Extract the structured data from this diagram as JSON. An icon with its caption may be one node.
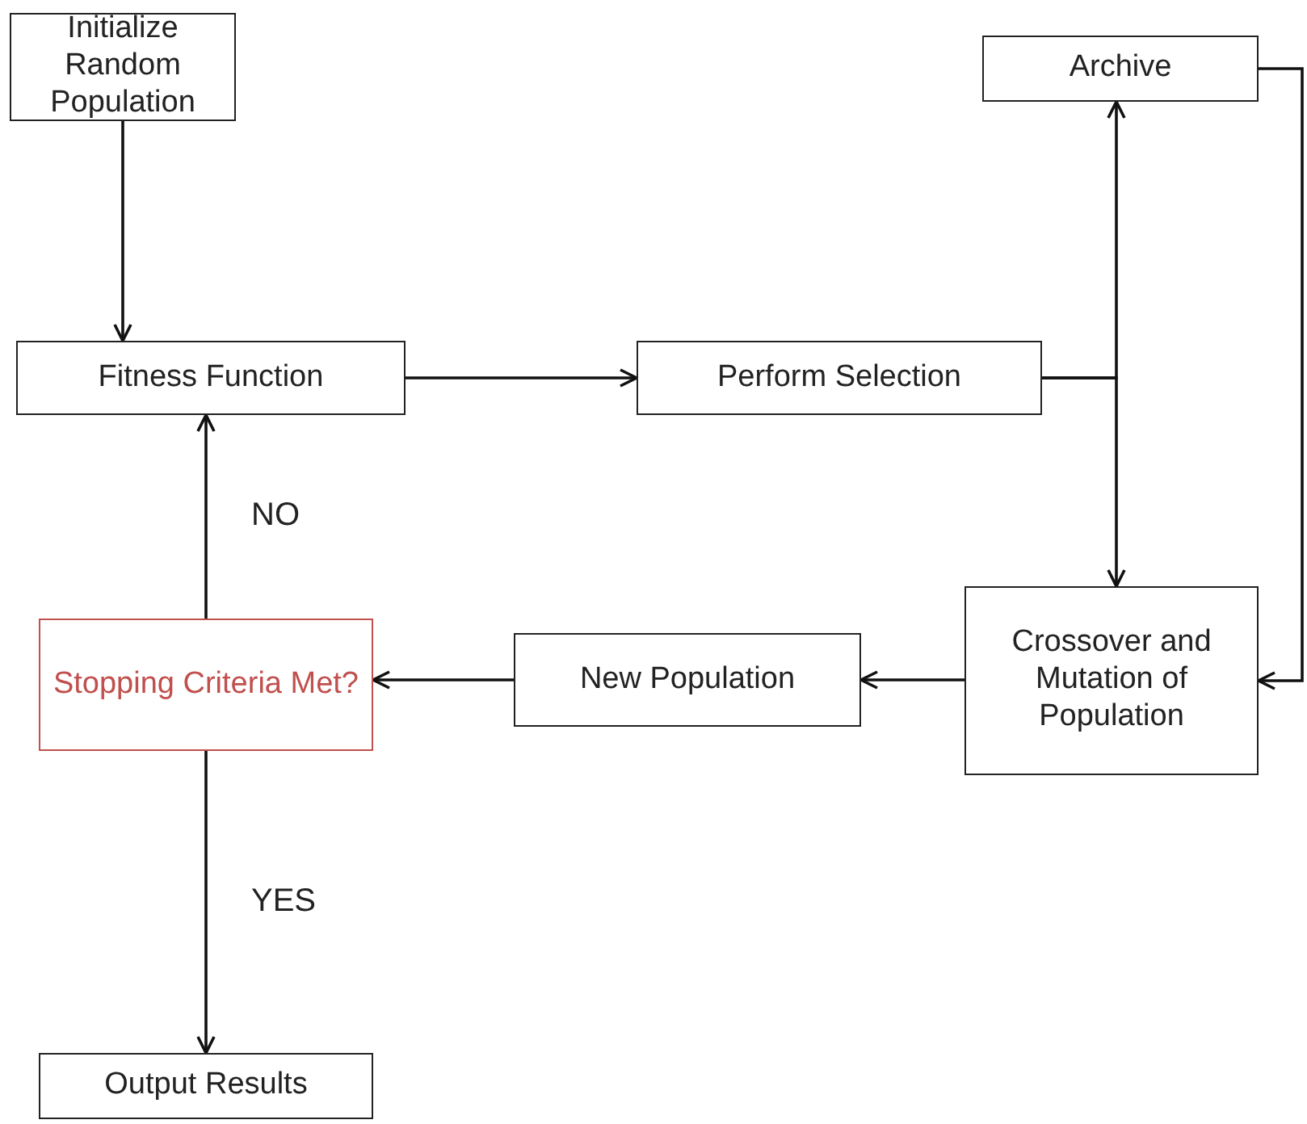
{
  "diagram": {
    "nodes": [
      {
        "text": [
          "Initialize Random Population"
        ]
      },
      {
        "text": [
          "Fitness Function"
        ]
      },
      {
        "text": [
          "Perform Selection"
        ]
      },
      {
        "text": [
          "Archive"
        ]
      },
      {
        "text": [
          "Crossover and Mutation of Population"
        ]
      },
      {
        "text": [
          "New Population"
        ]
      },
      {
        "text": [
          "Stopping Criteria Met?"
        ]
      },
      {
        "text": [
          "Output Results"
        ]
      }
    ],
    "edges": [
      {
        "from": 0,
        "to": 1,
        "arrow": "to"
      },
      {
        "from": 1,
        "to": 2,
        "arrow": "to"
      },
      {
        "from": 2,
        "to": 3,
        "arrow": "to"
      },
      {
        "from": 2,
        "to": 4,
        "arrow": "to"
      },
      {
        "from": 4,
        "to": 5,
        "arrow": "to"
      },
      {
        "from": 5,
        "to": 6,
        "arrow": "to"
      },
      {
        "from": 6,
        "to": 1,
        "arrow": "to",
        "label": "NO"
      },
      {
        "from": 6,
        "to": 7,
        "arrow": "to",
        "label": "YES"
      },
      {
        "from": 3,
        "to": 4,
        "arrow": "to"
      }
    ]
  }
}
